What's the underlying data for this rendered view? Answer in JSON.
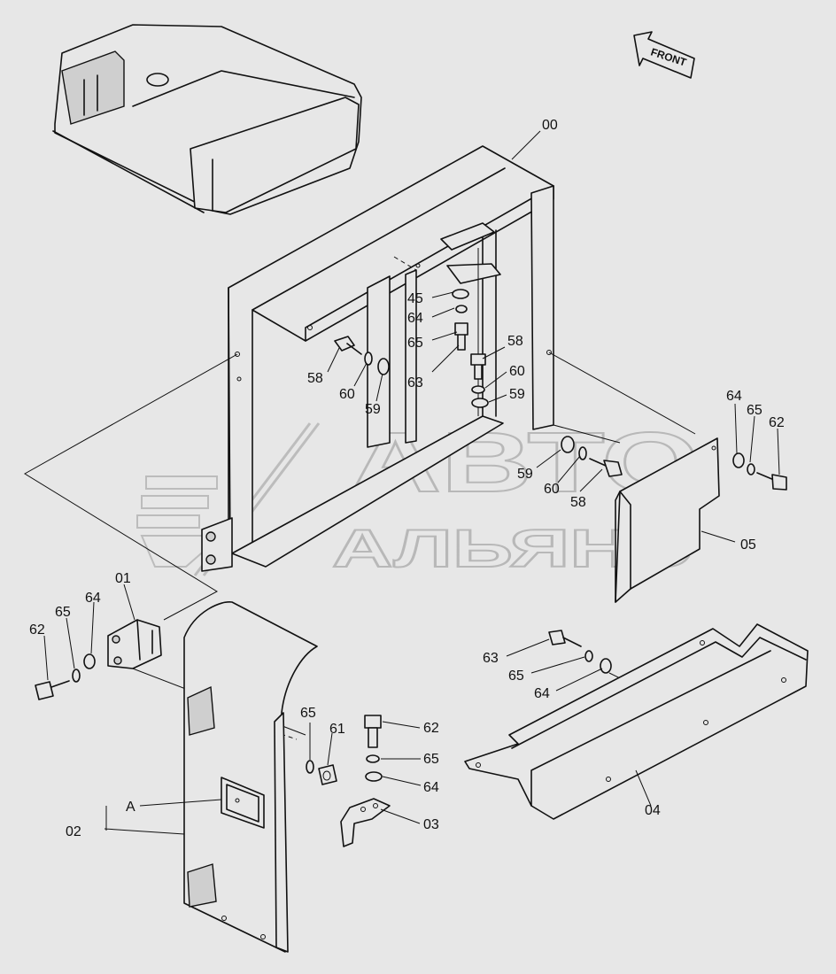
{
  "front_label": "FRONT",
  "watermark": {
    "line1": "АВТО",
    "line2": "АЛЬЯНС"
  },
  "callouts": {
    "c00": "00",
    "c45": "45",
    "c64a": "64",
    "c65a": "65",
    "c63a": "63",
    "c58a": "58",
    "c60a": "60",
    "c59a": "59",
    "c58b": "58",
    "c60b": "60",
    "c59b": "59",
    "c59c": "59",
    "c60c": "60",
    "c58c": "58",
    "c64b": "64",
    "c65b": "65",
    "c62a": "62",
    "c05": "05",
    "c01": "01",
    "c65c": "65",
    "c64c": "64",
    "c62b": "62",
    "c63b": "63",
    "c65d": "65",
    "c64d": "64",
    "c65e": "65",
    "c61": "61",
    "c62c": "62",
    "c65f": "65",
    "c64e": "64",
    "cA": "A",
    "c02": "02",
    "c03": "03",
    "c04": "04"
  }
}
